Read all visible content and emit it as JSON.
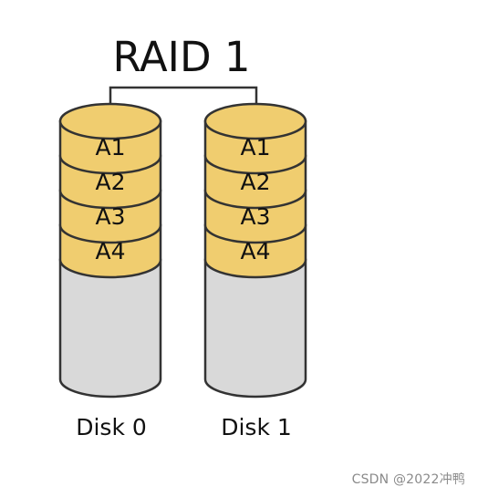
{
  "title": "RAID 1",
  "disks": [
    {
      "label": "Disk 0",
      "blocks": [
        "A1",
        "A2",
        "A3",
        "A4"
      ]
    },
    {
      "label": "Disk 1",
      "blocks": [
        "A1",
        "A2",
        "A3",
        "A4"
      ]
    }
  ],
  "colors": {
    "block_fill": "#f0cd6f",
    "empty_fill": "#d9d9d9",
    "stroke": "#333333",
    "text": "#111111"
  },
  "watermark": "CSDN @2022冲鸭"
}
